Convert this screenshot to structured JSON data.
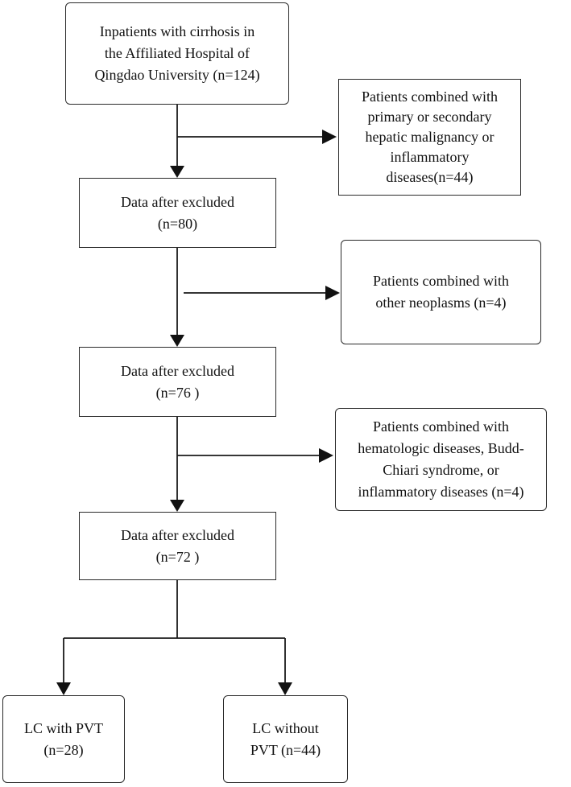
{
  "flowchart": {
    "start": {
      "text": "Inpatients with cirrhosis in\nthe Affiliated Hospital of\nQingdao University (n=124)"
    },
    "exclusion_1": {
      "text": "Patients combined with\nprimary or secondary\nhepatic malignancy or\ninflammatory\ndiseases(n=44)"
    },
    "step_1": {
      "text": "Data after excluded\n(n=80)"
    },
    "exclusion_2": {
      "text": "Patients combined with\nother neoplasms (n=4)"
    },
    "step_2": {
      "text": "Data after excluded\n(n=76 )"
    },
    "exclusion_3": {
      "text": "Patients combined with\nhematologic diseases, Budd-\nChiari syndrome, or\ninflammatory diseases (n=4)"
    },
    "step_3": {
      "text": "Data after excluded\n(n=72 )"
    },
    "group_pvt": {
      "text": "LC with PVT\n(n=28)"
    },
    "group_no_pvt": {
      "text": "LC without\nPVT (n=44)"
    }
  }
}
